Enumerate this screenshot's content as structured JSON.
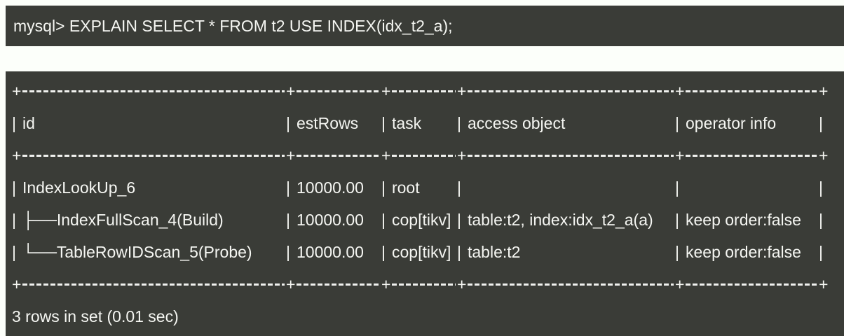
{
  "terminal": {
    "command_line": "mysql> EXPLAIN SELECT * FROM t2 USE INDEX(idx_t2_a);",
    "frame": {
      "vertical": "|",
      "corner": "+",
      "horizontal_dash": "-"
    },
    "result_table": {
      "columns": [
        "id",
        "estRows",
        "task",
        "access object",
        "operator info"
      ],
      "rows": [
        {
          "id": "IndexLookUp_6",
          "estRows": "10000.00",
          "task": "root",
          "access_object": "",
          "operator_info": ""
        },
        {
          "id": "├──IndexFullScan_4(Build)",
          "estRows": "10000.00",
          "task": "cop[tikv]",
          "access_object": "table:t2, index:idx_t2_a(a)",
          "operator_info": "keep order:false"
        },
        {
          "id": "└──TableRowIDScan_5(Probe)",
          "estRows": "10000.00",
          "task": "cop[tikv]",
          "access_object": "table:t2",
          "operator_info": "keep order:false"
        }
      ],
      "footer": "3 rows in set (0.01 sec)"
    },
    "colors": {
      "panel_background": "#3a3c37",
      "page_background": "#fcfffa",
      "text": "#f5f6f2"
    }
  }
}
